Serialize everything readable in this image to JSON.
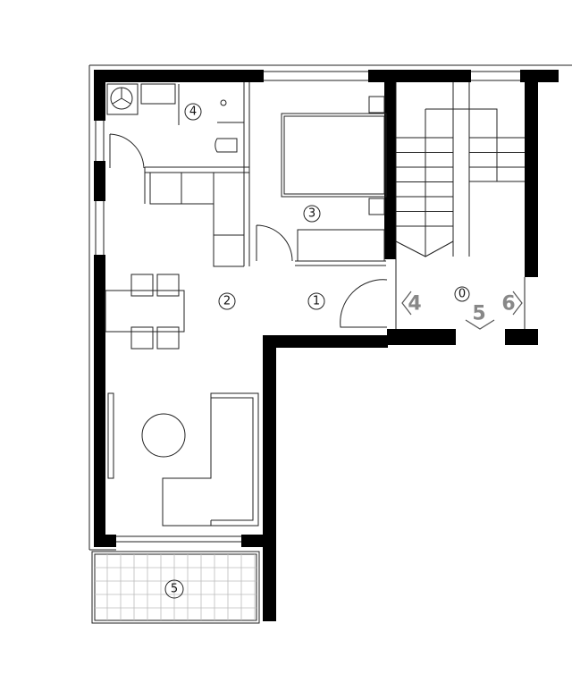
{
  "rooms": [
    {
      "id": "room-1",
      "label": "1"
    },
    {
      "id": "room-2",
      "label": "2"
    },
    {
      "id": "room-3",
      "label": "3"
    },
    {
      "id": "room-4",
      "label": "4"
    },
    {
      "id": "room-5",
      "label": "5"
    },
    {
      "id": "room-0",
      "label": "0"
    }
  ],
  "stair_exits": {
    "left": "4",
    "center": "5",
    "right": "6"
  },
  "colors": {
    "wall": "#000000",
    "line": "#222222",
    "exit_label": "#888888"
  }
}
